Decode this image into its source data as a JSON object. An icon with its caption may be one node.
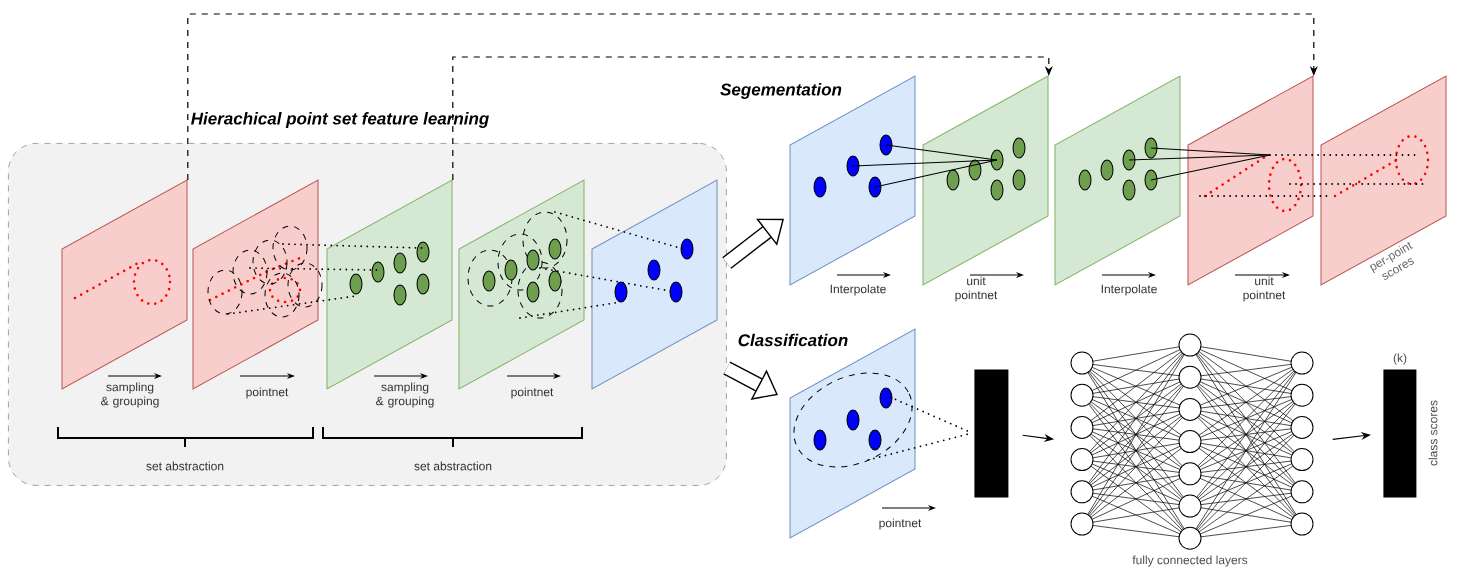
{
  "diagram": {
    "nodes": [
      {
        "text": [
          "Hierachical point set feature learning"
        ]
      },
      {
        "text": [],
        "shape": "parallelogram",
        "in": 0
      },
      {
        "text": [],
        "shape": "parallelogram",
        "in": 0
      },
      {
        "text": [],
        "shape": "parallelogram",
        "in": 0
      },
      {
        "text": [],
        "shape": "parallelogram",
        "in": 0
      },
      {
        "text": [],
        "shape": "parallelogram",
        "in": 0
      },
      {
        "text": [],
        "shape": "parallelogram"
      },
      {
        "text": [],
        "shape": "parallelogram"
      },
      {
        "text": [],
        "shape": "parallelogram"
      },
      {
        "text": [],
        "shape": "parallelogram"
      },
      {
        "text": [
          "per-point scores"
        ]
      },
      {
        "text": [],
        "shape": "parallelogram"
      },
      {
        "text": [],
        "shape": "bar"
      },
      {
        "text": [],
        "shape": "picture",
        "beside": [
          "fully connected layers"
        ]
      },
      {
        "text": [],
        "shape": "bar",
        "beside": [
          "(k)",
          "class scores"
        ]
      }
    ],
    "edges": [
      {
        "from": 1,
        "to": 9,
        "arrow": "to",
        "style": "dashed"
      },
      {
        "from": 3,
        "to": 7,
        "arrow": "to",
        "style": "dashed"
      },
      {
        "from": 0,
        "to": 6,
        "arrow": "to",
        "style": "thick"
      },
      {
        "from": 0,
        "to": 11,
        "arrow": "to",
        "style": "thick"
      },
      {
        "from": 12,
        "to": 13,
        "arrow": "to"
      },
      {
        "from": 13,
        "to": 14,
        "arrow": "to"
      }
    ],
    "labels": [
      "Segementation",
      "Interpolate",
      "unit pointnet",
      "Interpolate",
      "unit pointnet",
      "Classification",
      "sampling & grouping",
      "pointnet",
      "sampling & grouping",
      "pointnet",
      "set abstraction",
      "set abstraction",
      "pointnet"
    ]
  }
}
